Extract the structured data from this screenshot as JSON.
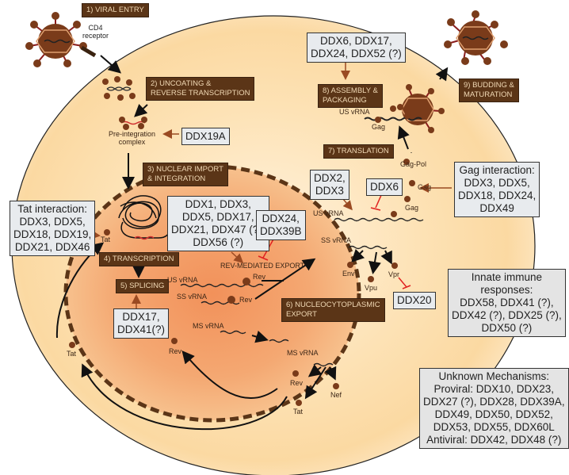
{
  "steps": {
    "s1": "1) VIRAL ENTRY",
    "s2a": "2) UNCOATING &",
    "s2b": "REVERSE TRANSCRIPTION",
    "s3a": "3) NUCLEAR IMPORT",
    "s3b": "& INTEGRATION",
    "s4": "4) TRANSCRIPTION",
    "s5": "5) SPLICING",
    "s6a": "6) NUCLEOCYTOPLASMIC",
    "s6b": "EXPORT",
    "s7": "7) TRANSLATION",
    "s8a": "8) ASSEMBLY &",
    "s8b": "PACKAGING",
    "s9a": "9) BUDDING &",
    "s9b": "MATURATION"
  },
  "boxes": {
    "ddx19a": "DDX19A",
    "assembly": [
      "DDX6, DDX17,",
      "DDX24, DDX52 (?)"
    ],
    "tat": [
      "Tat interaction:",
      "DDX3, DDX5,",
      "DDX18, DDX19,",
      "DDX21, DDX46"
    ],
    "nuclear": [
      "DDX1, DDX3,",
      "DDX5, DDX17,",
      "DDX21, DDX47 (?),",
      "DDX56 (?)"
    ],
    "export_inhib": [
      "DDX24,",
      "DDX39B"
    ],
    "splicing": [
      "DDX17,",
      "DDX41(?)"
    ],
    "translation": [
      "DDX2,",
      "DDX3"
    ],
    "ddx6": "DDX6",
    "ddx20": "DDX20",
    "gag": [
      "Gag interaction:",
      "DDX3, DDX5,",
      "DDX18, DDX24,",
      "DDX49"
    ],
    "innate": [
      "Innate immune",
      "responses:",
      "DDX58,  DDX41 (?),",
      "DDX42 (?), DDX25 (?),",
      "DDX50 (?)"
    ],
    "unknown": [
      "Unknown Mechanisms:",
      "Proviral: DDX10, DDX23,",
      "DDX27 (?), DDX28, DDX39A,",
      "DDX49, DDX50, DDX52,",
      "DDX53, DDX55, DDX60L",
      "Antiviral: DDX42, DDX48 (?)"
    ]
  },
  "labels": {
    "cd4": [
      "CD4",
      "receptor"
    ],
    "pic": [
      "Pre-integration",
      "complex"
    ],
    "tat": "Tat",
    "rev": "Rev",
    "rev_export": "REV-MEDIATED EXPORT",
    "us_vrna": "US vRNA",
    "ss_vrna": "SS vRNA",
    "ms_vrna": "MS vRNA",
    "env": "Env",
    "vpu": "Vpu",
    "vpr": "Vpr",
    "nef": "Nef",
    "gag": "Gag",
    "gag_pol": "Gag-Pol"
  },
  "colors": {
    "step_bg": "#5b3517",
    "step_text": "#f1d9b5",
    "box_bg": "#e8ebee",
    "protein": "#7a3b1a",
    "inhibit": "#e02020",
    "cytoplasm": "#fde4b8",
    "nucleus": "#f3a06a"
  }
}
